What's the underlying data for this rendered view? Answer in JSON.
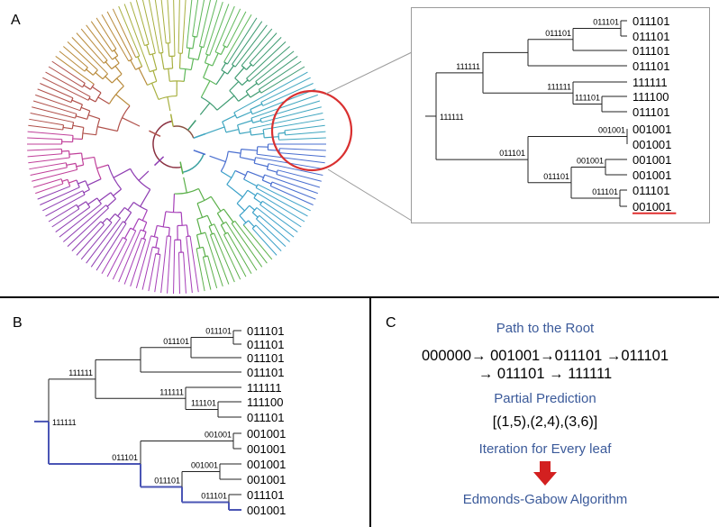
{
  "panels": {
    "a_label": "A",
    "b_label": "B",
    "c_label": "C"
  },
  "tree": {
    "leaves": [
      "011101",
      "011101",
      "011101",
      "011101",
      "111111",
      "111100",
      "011101",
      "001001",
      "001001",
      "001001",
      "001001",
      "011101",
      "001001"
    ],
    "internal_labels": {
      "root": "111111",
      "upper": "111111",
      "upper_a": "011101",
      "upper_b": "011101",
      "upper_c": "111111",
      "upper_d": "111101",
      "lower": "011101",
      "lower_a": "001001",
      "lower_b": "011101",
      "lower_c": "001001",
      "lower_d": "011101"
    },
    "highlight_color": "#e03030",
    "path_color": "#4a55b5"
  },
  "panel_c": {
    "heading": "Path to the Root",
    "path_line1": "000000→ 001001→011101 →011101",
    "path_line2": "→ 011101 → 111111",
    "partial_heading": "Partial Prediction",
    "partial_value": "[(1,5),(2,4),(3,6)]",
    "iteration": "Iteration for Every leaf",
    "algorithm": "Edmonds-Gabow Algorithm",
    "text_color": "#3b5a9a",
    "arrow_color": "#d32020"
  }
}
